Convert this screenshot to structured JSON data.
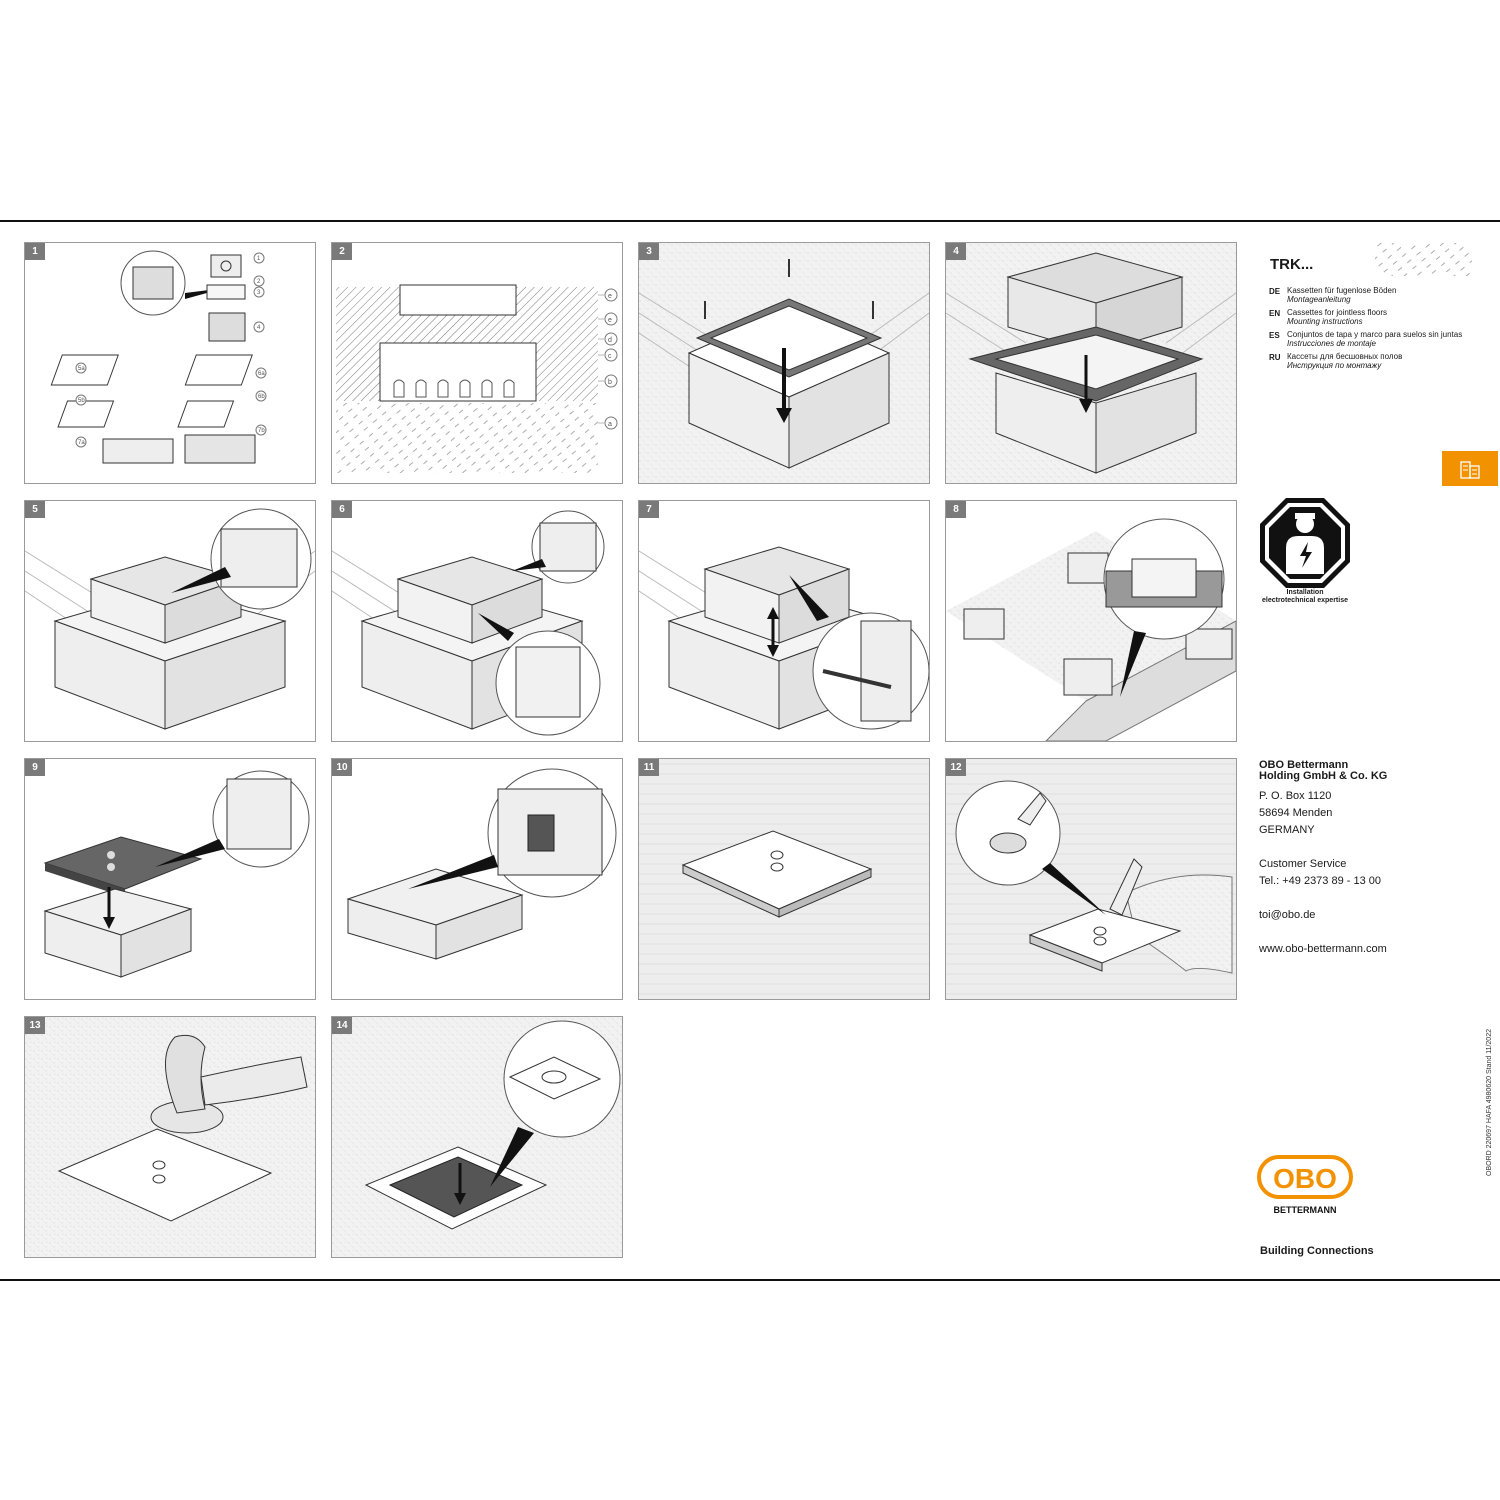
{
  "panels": [
    {
      "num": "1"
    },
    {
      "num": "2"
    },
    {
      "num": "3"
    },
    {
      "num": "4"
    },
    {
      "num": "5"
    },
    {
      "num": "6"
    },
    {
      "num": "7"
    },
    {
      "num": "8"
    },
    {
      "num": "9"
    },
    {
      "num": "10"
    },
    {
      "num": "11"
    },
    {
      "num": "12"
    },
    {
      "num": "13"
    },
    {
      "num": "14"
    }
  ],
  "panel1": {
    "callouts": [
      "1",
      "2",
      "3",
      "4",
      "5a",
      "5b",
      "6a",
      "6b",
      "7a",
      "7b"
    ]
  },
  "panel2": {
    "callouts": [
      "e",
      "e",
      "d",
      "c",
      "b",
      "a"
    ]
  },
  "header": {
    "title": "TRK..."
  },
  "languages": [
    {
      "code": "DE",
      "text": "Kassetten für fugenlose Böden",
      "sub": "Montageanleitung"
    },
    {
      "code": "EN",
      "text": "Cassettes for jointless floors",
      "sub": "Mounting instructions"
    },
    {
      "code": "ES",
      "text": "Conjuntos de tapa y marco para suelos sin juntas",
      "sub": "Instrucciones de montaje"
    },
    {
      "code": "RU",
      "text": "Кассеты для бесшовных полов",
      "sub": "Инструкция по монтажу"
    }
  ],
  "warning": {
    "caption_1": "Installation",
    "caption_2": "electrotechnical expertise"
  },
  "company": {
    "name_1": "OBO Bettermann",
    "name_2": "Holding GmbH & Co. KG",
    "po_box": "P. O. Box 1120",
    "city": "58694 Menden",
    "country": "GERMANY",
    "service_label": "Customer Service",
    "phone": "Tel.: +49 2373 89 - 13 00",
    "email": "toi@obo.de",
    "web": "www.obo-bettermann.com"
  },
  "brand": {
    "logo_text": "OBO",
    "logo_sub": "BETTERMANN",
    "slogan": "Building Connections",
    "accent": "#f39200"
  },
  "document_ref": "OBORD 220697 HAFA 4980620 Stand 11/2022",
  "icons": {
    "tab_icon": "building-icon",
    "warning_icon": "electrician-hazard-icon"
  }
}
